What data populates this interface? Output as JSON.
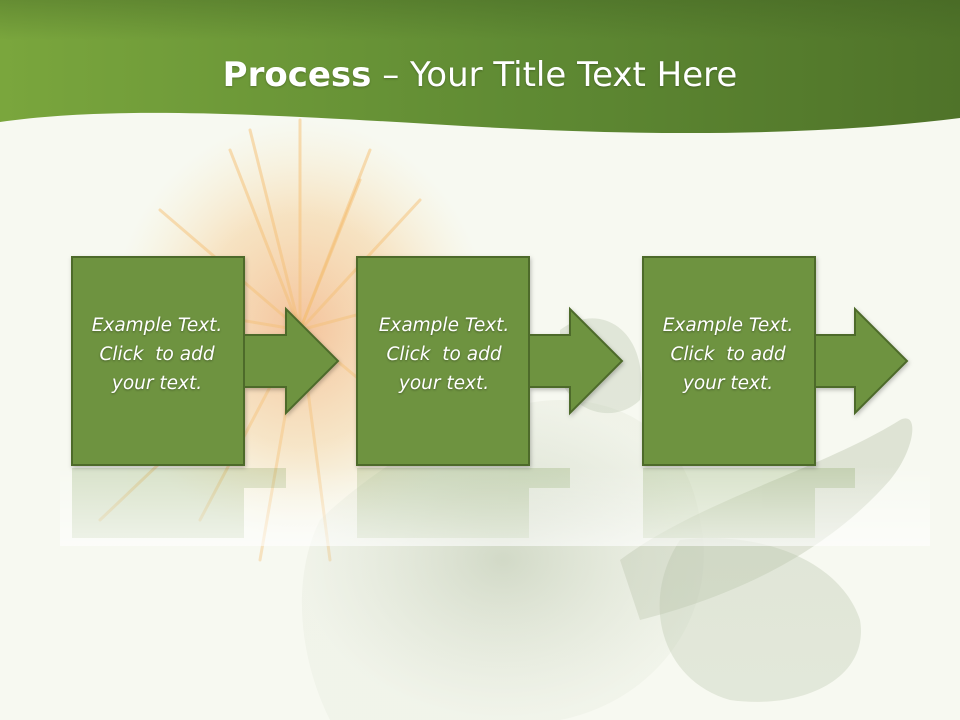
{
  "slide": {
    "title_bold": "Process",
    "title_separator": " – ",
    "title_rest": "Your Title Text Here"
  },
  "colors": {
    "header_dark": "#4f7329",
    "header_light": "#7aa63d",
    "box_fill": "#6e9340",
    "box_border": "#4e6b2c",
    "box_text": "#ffffff",
    "background": "#f7f9f1"
  },
  "background_image": "safflower-flower-photo",
  "steps": [
    {
      "line1": "Example Text.",
      "line2": "Click  to add",
      "line3": "your text."
    },
    {
      "line1": "Example Text.",
      "line2": "Click  to add",
      "line3": "your text."
    },
    {
      "line1": "Example Text.",
      "line2": "Click  to add",
      "line3": "your text."
    }
  ]
}
